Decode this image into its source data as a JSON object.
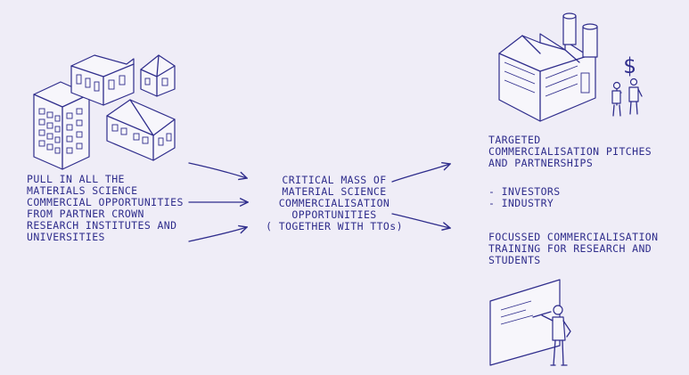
{
  "left": {
    "lines": [
      "PULL IN ALL THE",
      "MATERIALS SCIENCE",
      "COMMERCIAL OPPORTUNITIES",
      "FROM PARTNER CROWN",
      "RESEARCH INSTITUTES AND",
      "UNIVERSITIES"
    ]
  },
  "middle": {
    "lines": [
      "CRITICAL MASS OF",
      "MATERIAL SCIENCE",
      "COMMERCIALISATION",
      "OPPORTUNITIES",
      "( TOGETHER WITH TTOs)"
    ]
  },
  "right_top": {
    "lines": [
      "TARGETED",
      "COMMERCIALISATION PITCHES",
      "AND PARTNERSHIPS"
    ],
    "list": [
      "- INVESTORS",
      "- INDUSTRY"
    ]
  },
  "right_bottom": {
    "lines": [
      "FOCUSSED COMMERCIALISATION",
      "TRAINING FOR RESEARCH AND",
      "STUDENTS"
    ]
  },
  "icons": {
    "dollar": "$"
  },
  "colors": {
    "ink": "#2f2d8c",
    "background": "#efedf7"
  }
}
